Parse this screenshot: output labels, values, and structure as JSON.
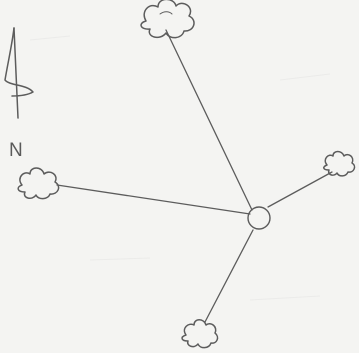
{
  "north_arrow": {
    "label": "N",
    "icon": "north-arrow-icon"
  },
  "hub": {
    "icon": "hub-circle-icon"
  },
  "clouds": [
    {
      "id": "north",
      "icon": "cloud-icon"
    },
    {
      "id": "west",
      "icon": "cloud-icon"
    },
    {
      "id": "east",
      "icon": "cloud-icon"
    },
    {
      "id": "south",
      "icon": "cloud-icon"
    }
  ],
  "colors": {
    "paper": "#f4f4f2",
    "pencil": "#5c5c5c"
  }
}
